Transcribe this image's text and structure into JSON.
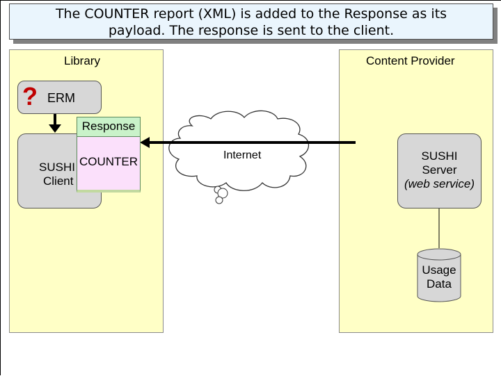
{
  "caption": {
    "line1": "The COUNTER report (XML) is added to the Response as its",
    "line2": "payload. The response is sent to the client."
  },
  "library": {
    "title": "Library",
    "erm": {
      "mark": "?",
      "label": "ERM"
    },
    "sushi_client": {
      "line1": "SUSHI",
      "line2": "Client"
    },
    "response": {
      "header": "Response",
      "payload": "COUNTER"
    }
  },
  "internet": {
    "label": "Internet"
  },
  "provider": {
    "title": "Content Provider",
    "sushi_server": {
      "line1": "SUSHI",
      "line2": "Server",
      "line3": "(web service)"
    },
    "usage_data": {
      "line1": "Usage",
      "line2": "Data"
    }
  },
  "colors": {
    "panel_fill": "#ffffc6",
    "caption_fill": "#eaf5fd",
    "box_fill": "#d7d7d7",
    "response_header": "#c9f2c9",
    "response_payload": "#fbe0fb",
    "question_mark": "#c00000"
  }
}
